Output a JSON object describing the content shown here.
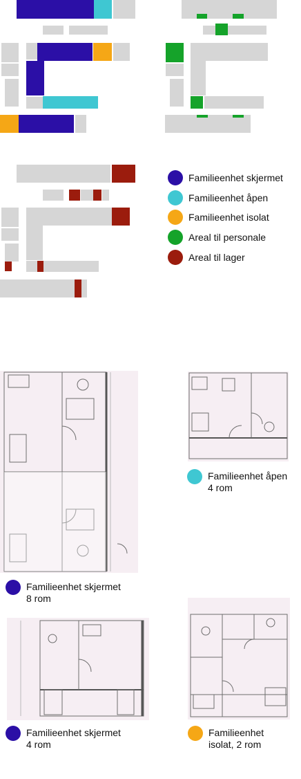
{
  "colors": {
    "skjermet": "#2b0fa6",
    "apen": "#3fc7d2",
    "isolat": "#f5a716",
    "personale": "#15a32a",
    "lager": "#9b1c0d",
    "room": "#d6d6d6",
    "plan_bg": "#f6eef3",
    "plan_line": "#6d6d6d"
  },
  "legend": [
    {
      "label": "Familieenhet skjermet",
      "color_key": "skjermet"
    },
    {
      "label": "Familieenhet åpen",
      "color_key": "apen"
    },
    {
      "label": "Familieenhet isolat",
      "color_key": "isolat"
    },
    {
      "label": "Areal til personale",
      "color_key": "personale"
    },
    {
      "label": "Areal til lager",
      "color_key": "lager"
    }
  ],
  "plans": [
    {
      "name": "Familieenhet skjermet",
      "count": "8 rom",
      "color_key": "skjermet"
    },
    {
      "name": "Familieenhet åpen",
      "count": "4 rom",
      "color_key": "apen"
    },
    {
      "name": "Familieenhet skjermet",
      "count": "4 rom",
      "color_key": "skjermet"
    },
    {
      "name": "Familieenhet",
      "count": "isolat, 2 rom",
      "color_key": "isolat"
    }
  ]
}
